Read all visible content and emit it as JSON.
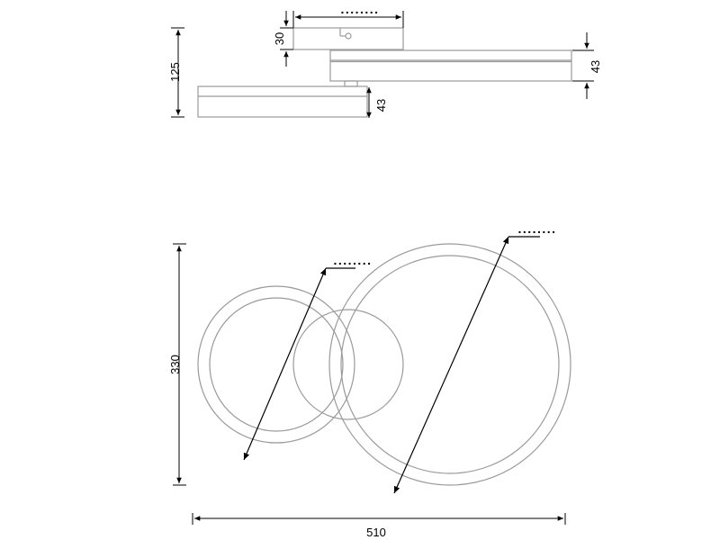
{
  "side_view": {
    "dimensions": {
      "total_height": "125",
      "canopy_height": "30",
      "ring_right_height": "43",
      "ring_left_height": "43",
      "canopy_width": "........"
    }
  },
  "top_view": {
    "dimensions": {
      "total_height": "330",
      "total_width": "510",
      "small_ring_diameter": "........",
      "large_ring_diameter": "........"
    }
  },
  "colors": {
    "part_outline": "#9a9a9a",
    "dimension_line": "#000000"
  }
}
